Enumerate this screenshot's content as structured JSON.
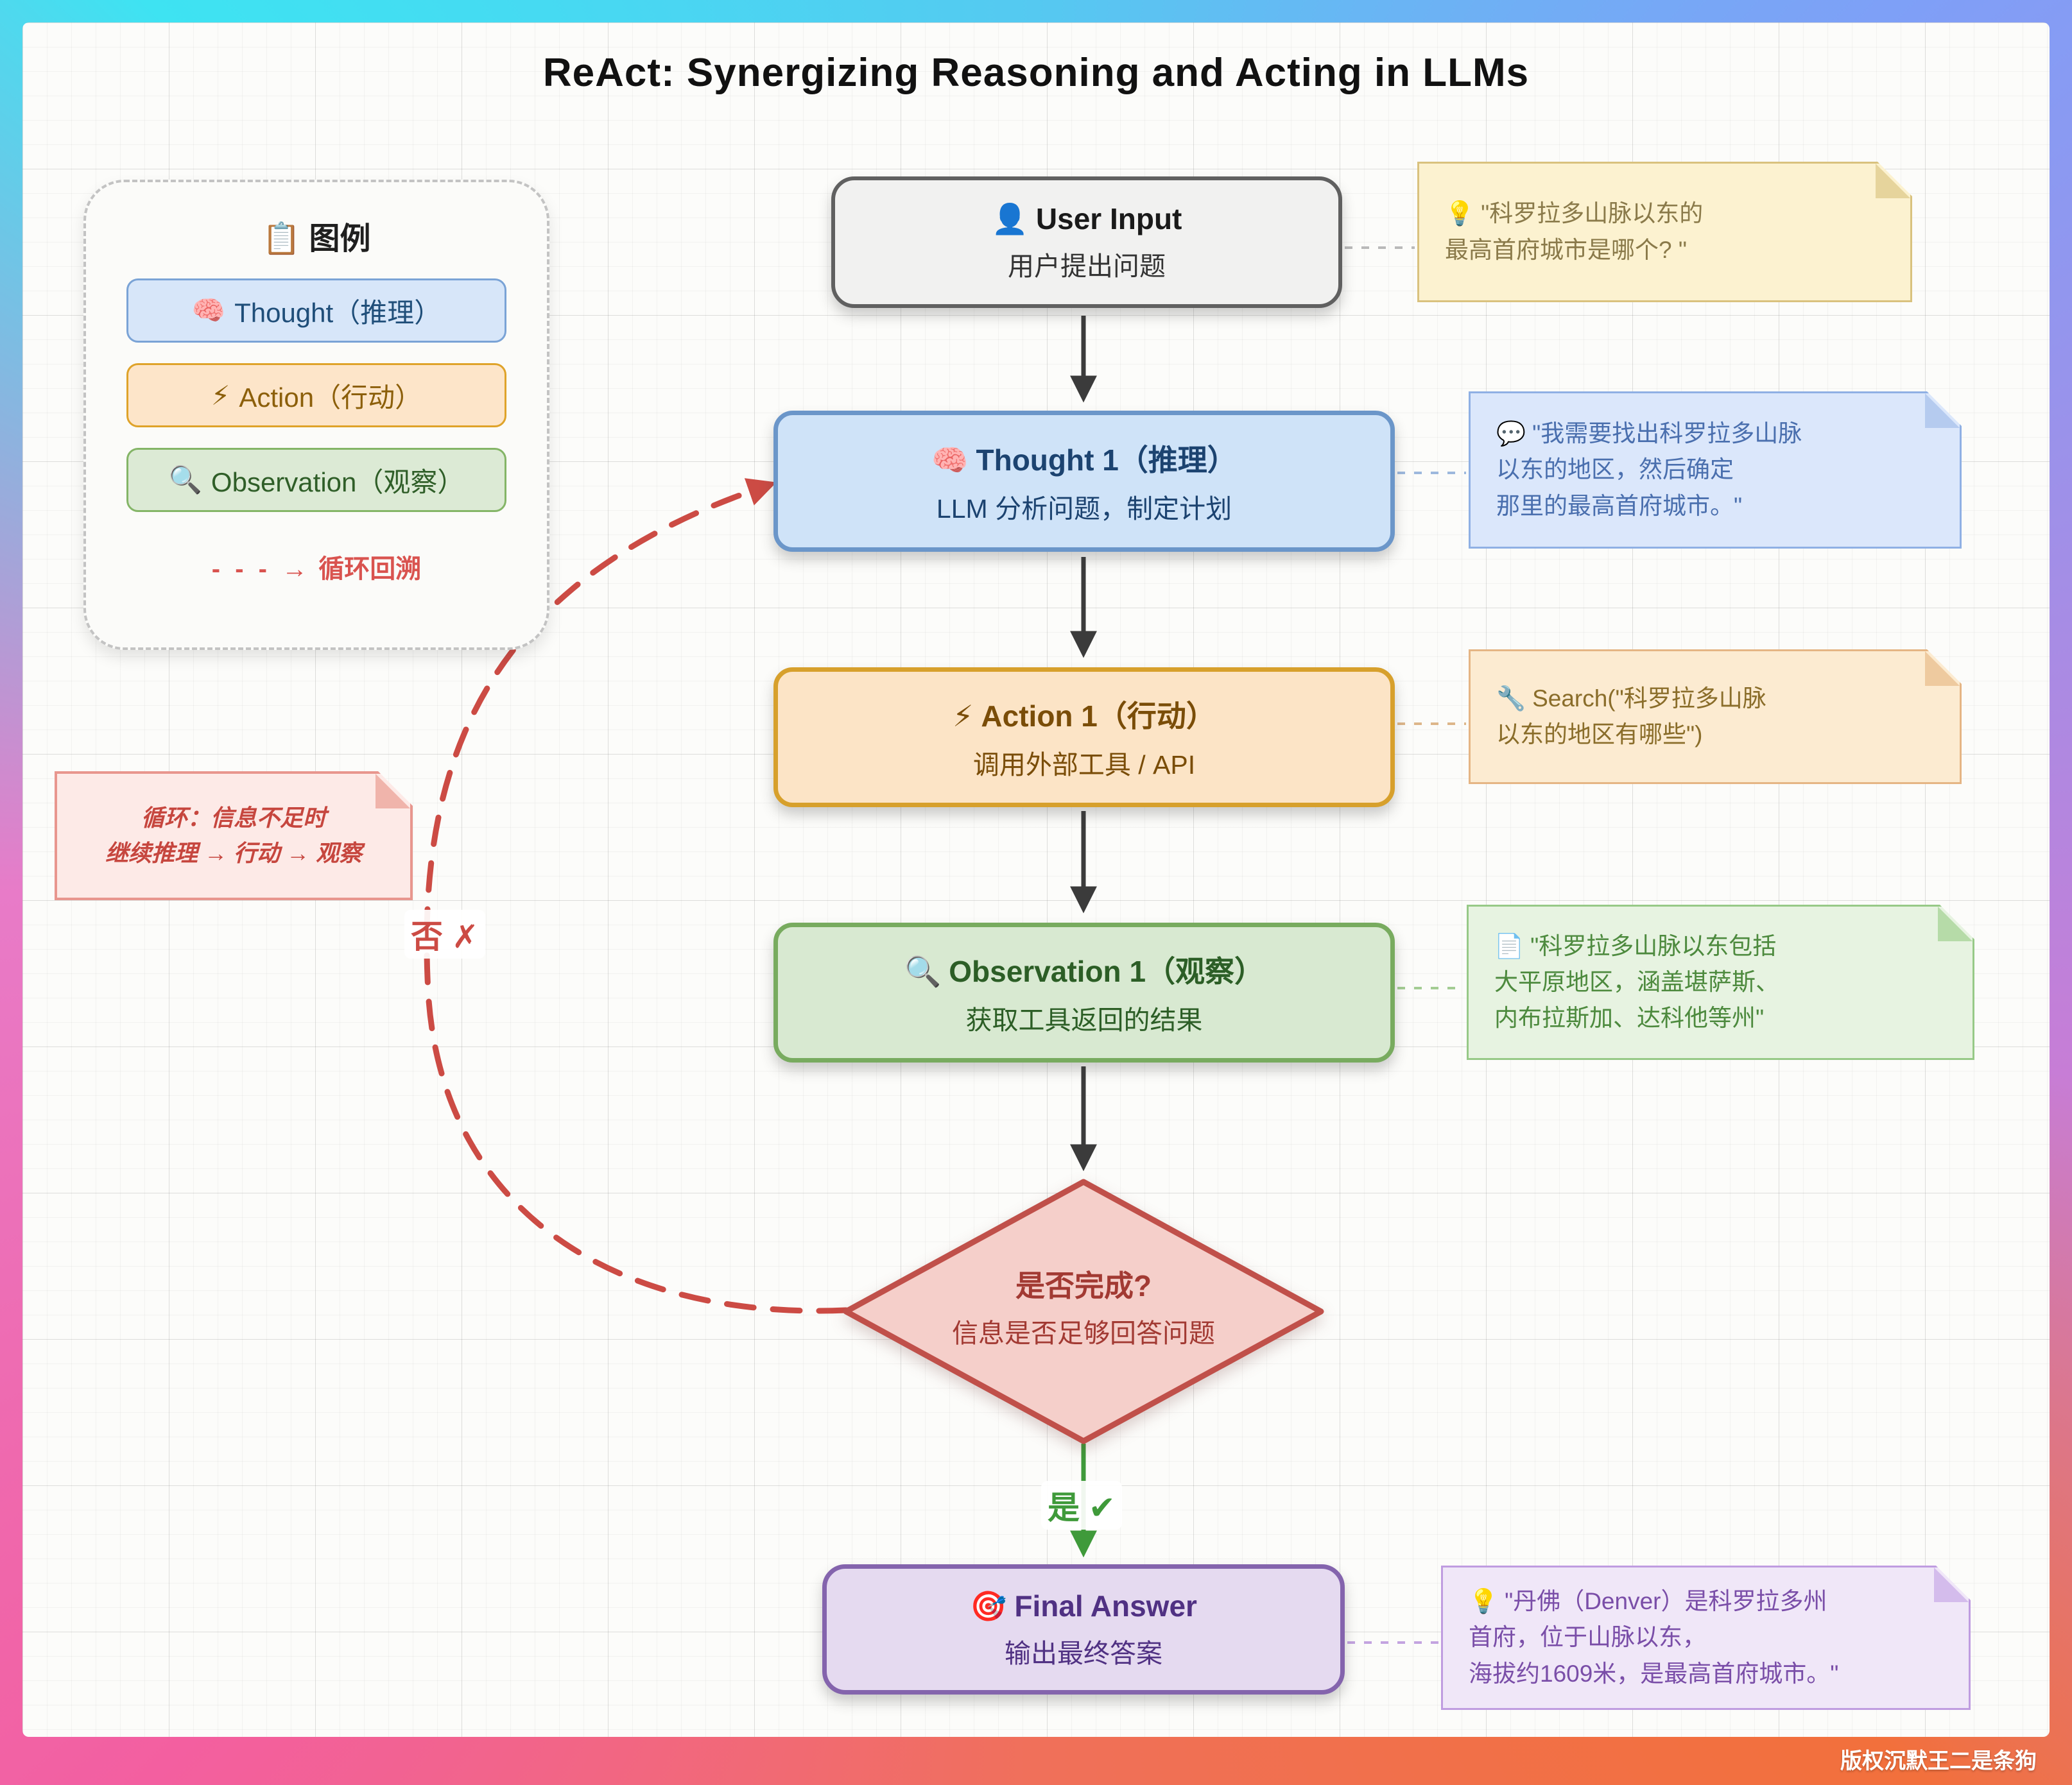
{
  "title": "ReAct: Synergizing Reasoning and Acting in LLMs",
  "legend": {
    "title_icon": "📋",
    "title": "图例",
    "items": [
      {
        "icon": "🧠",
        "label": "Thought（推理）"
      },
      {
        "icon": "⚡",
        "label": "Action（行动）"
      },
      {
        "icon": "🔍",
        "label": "Observation（观察）"
      }
    ],
    "loop": {
      "dashes": "- - - →",
      "label": "循环回溯"
    }
  },
  "nodes": {
    "user_input": {
      "icon": "👤",
      "title": "User Input",
      "subtitle": "用户提出问题"
    },
    "thought": {
      "icon": "🧠",
      "title": "Thought 1（推理）",
      "subtitle": "LLM 分析问题，制定计划"
    },
    "action": {
      "icon": "⚡",
      "title": "Action 1（行动）",
      "subtitle": "调用外部工具 / API"
    },
    "observation": {
      "icon": "🔍",
      "title": "Observation 1（观察）",
      "subtitle": "获取工具返回的结果"
    },
    "decision": {
      "title": "是否完成?",
      "subtitle": "信息是否足够回答问题"
    },
    "final_answer": {
      "icon": "🎯",
      "title": "Final Answer",
      "subtitle": "输出最终答案"
    }
  },
  "notes": {
    "question": {
      "icon": "💡",
      "lines": [
        "\"科罗拉多山脉以东的",
        "最高首府城市是哪个? \""
      ]
    },
    "thought": {
      "icon": "💬",
      "lines": [
        "\"我需要找出科罗拉多山脉",
        "以东的地区，然后确定",
        "那里的最高首府城市。\""
      ]
    },
    "action": {
      "icon": "🔧",
      "lines": [
        "Search(\"科罗拉多山脉",
        "以东的地区有哪些\")"
      ]
    },
    "observation": {
      "icon": "📄",
      "lines": [
        "\"科罗拉多山脉以东包括",
        "大平原地区，涵盖堪萨斯、",
        "内布拉斯加、达科他等州\""
      ]
    },
    "final": {
      "icon": "💡",
      "lines": [
        "\"丹佛（Denver）是科罗拉多州",
        "首府，位于山脉以东，",
        "海拔约1609米，是最高首府城市。\""
      ]
    },
    "loop": {
      "lines": [
        "循环：信息不足时",
        "继续推理 → 行动 → 观察"
      ]
    }
  },
  "edge_labels": {
    "no": "否 ✗",
    "yes": "是 ✔"
  },
  "watermark": "版权沉默王二是条狗",
  "colors": {
    "user_accent": "#606060",
    "thought_accent": "#6b96c9",
    "action_accent": "#d7a02c",
    "observation_accent": "#78ab5f",
    "decision_accent": "#c0504a",
    "final_accent": "#8464ad",
    "loop_red": "#cc4b44",
    "yes_green": "#3f9a3a"
  }
}
